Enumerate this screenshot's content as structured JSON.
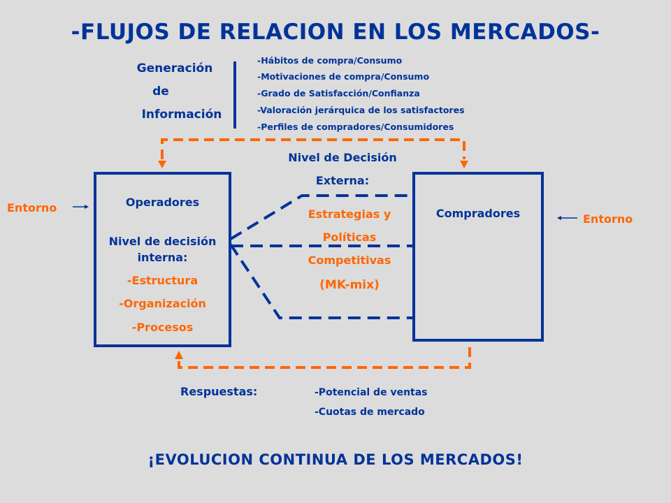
{
  "title": "-FLUJOS DE RELACION EN LOS MERCADOS-",
  "generacion": {
    "line1": "Generación",
    "line2": "de",
    "line3": "Información",
    "items": [
      "-Hábitos de compra/Consumo",
      "-Motivaciones de compra/Consumo",
      "-Grado de Satisfacción/Confianza",
      "-Valoración jerárquica de los satisfactores",
      "-Perfiles de compradores/Consumidores"
    ]
  },
  "decision_externa": {
    "line1": "Nivel de Decisión",
    "line2": "Externa:"
  },
  "estrategias": {
    "line1": "Estrategias y",
    "line2": "Políticas",
    "line3": "Competitivas",
    "line4": "(MK-mix)"
  },
  "operadores": {
    "title": "Operadores",
    "line1": "Nivel de decisión",
    "line2": "interna:",
    "items": [
      "-Estructura",
      "-Organización",
      "-Procesos"
    ]
  },
  "compradores": {
    "title": "Compradores"
  },
  "entorno_left": "Entorno",
  "entorno_right": "Entorno",
  "respuestas": {
    "label": "Respuestas:",
    "items": [
      "-Potencial de ventas",
      "-Cuotas de mercado"
    ]
  },
  "footer": "¡EVOLUCION CONTINUA DE LOS MERCADOS!",
  "colors": {
    "blue": "#003399",
    "orange": "#ff6600",
    "background": "#dcdcdc"
  }
}
